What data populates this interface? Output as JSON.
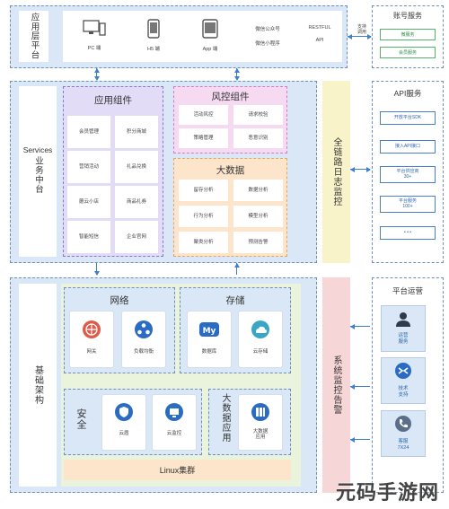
{
  "app_platform": {
    "label": "应用层平台",
    "clients": [
      {
        "label": "PC 端",
        "icon": "monitor-icon"
      },
      {
        "label": "H5 端",
        "icon": "phone-icon"
      },
      {
        "label": "App 端",
        "icon": "tablet-icon"
      },
      {
        "label_line1": "微信公众号",
        "label_line2": "微信小程序"
      },
      {
        "label_line1": "RESTFUL",
        "label_line2": "API"
      }
    ],
    "support_label": "支持\n调用"
  },
  "account_service": {
    "title": "账号服务",
    "buttons": [
      "微服务",
      "会员服务"
    ]
  },
  "services_platform": {
    "label_en": "Services",
    "label_cn": "业务中台"
  },
  "app_components": {
    "title": "应用组件",
    "items": [
      "会员管理",
      "积分商城",
      "营销活动",
      "礼品兑换",
      "蘑云小店",
      "商品礼券",
      "智能短信",
      "企业官网"
    ]
  },
  "risk_components": {
    "title": "风控组件",
    "items": [
      "活动风控",
      "请求校验",
      "策略管理",
      "恶意识别"
    ]
  },
  "big_data": {
    "title": "大数据",
    "items": [
      "留存分析",
      "数据分析",
      "行为分析",
      "模型分析",
      "聚类分析",
      "预测告警"
    ]
  },
  "trace_monitor": {
    "label": "全链路日志监控"
  },
  "api_service": {
    "title": "API服务",
    "buttons": [
      "开放平台SDK",
      "接入API接口",
      "平台供应商\n30+",
      "平台服务\n100+",
      "• • •"
    ]
  },
  "base_platform": {
    "label": "基础架构"
  },
  "network": {
    "title": "网络",
    "items": [
      {
        "label": "网关",
        "icon": "gateway-icon"
      },
      {
        "label": "负载均衡",
        "icon": "load-balance-icon"
      }
    ]
  },
  "storage": {
    "title": "存储",
    "items": [
      {
        "label": "数据库",
        "icon": "database-icon"
      },
      {
        "label": "云存储",
        "icon": "cloud-storage-icon"
      }
    ]
  },
  "security": {
    "title": "安全",
    "items": [
      {
        "label": "云盾",
        "icon": "shield-icon"
      },
      {
        "label": "云监控",
        "icon": "monitor-chart-icon"
      }
    ]
  },
  "big_data_app": {
    "title": "大数据应用",
    "items": [
      {
        "label": "大数据\n应用",
        "icon": "bigdata-icon"
      }
    ]
  },
  "linux_cluster": {
    "label": "Linux集群"
  },
  "system_monitor": {
    "label": "系统监控告警"
  },
  "platform_ops": {
    "title": "平台运营",
    "items": [
      {
        "label": "运营\n服务",
        "icon": "user-icon"
      },
      {
        "label": "技术\n支持",
        "icon": "tech-support-icon"
      },
      {
        "label": "客服\n7X24",
        "icon": "phone-call-icon"
      }
    ]
  },
  "watermark": {
    "label": "元码手游网"
  },
  "colors": {
    "blue_bg": "#d9e7f6",
    "purple": "#e2dcf7",
    "pink": "#f6daf2",
    "peach": "#fde5cc",
    "green_bg": "#eaf4dc",
    "yellow_bar": "#f8f3c8",
    "red_bar": "#f6d6d6",
    "arrow": "#3c7fd0"
  }
}
